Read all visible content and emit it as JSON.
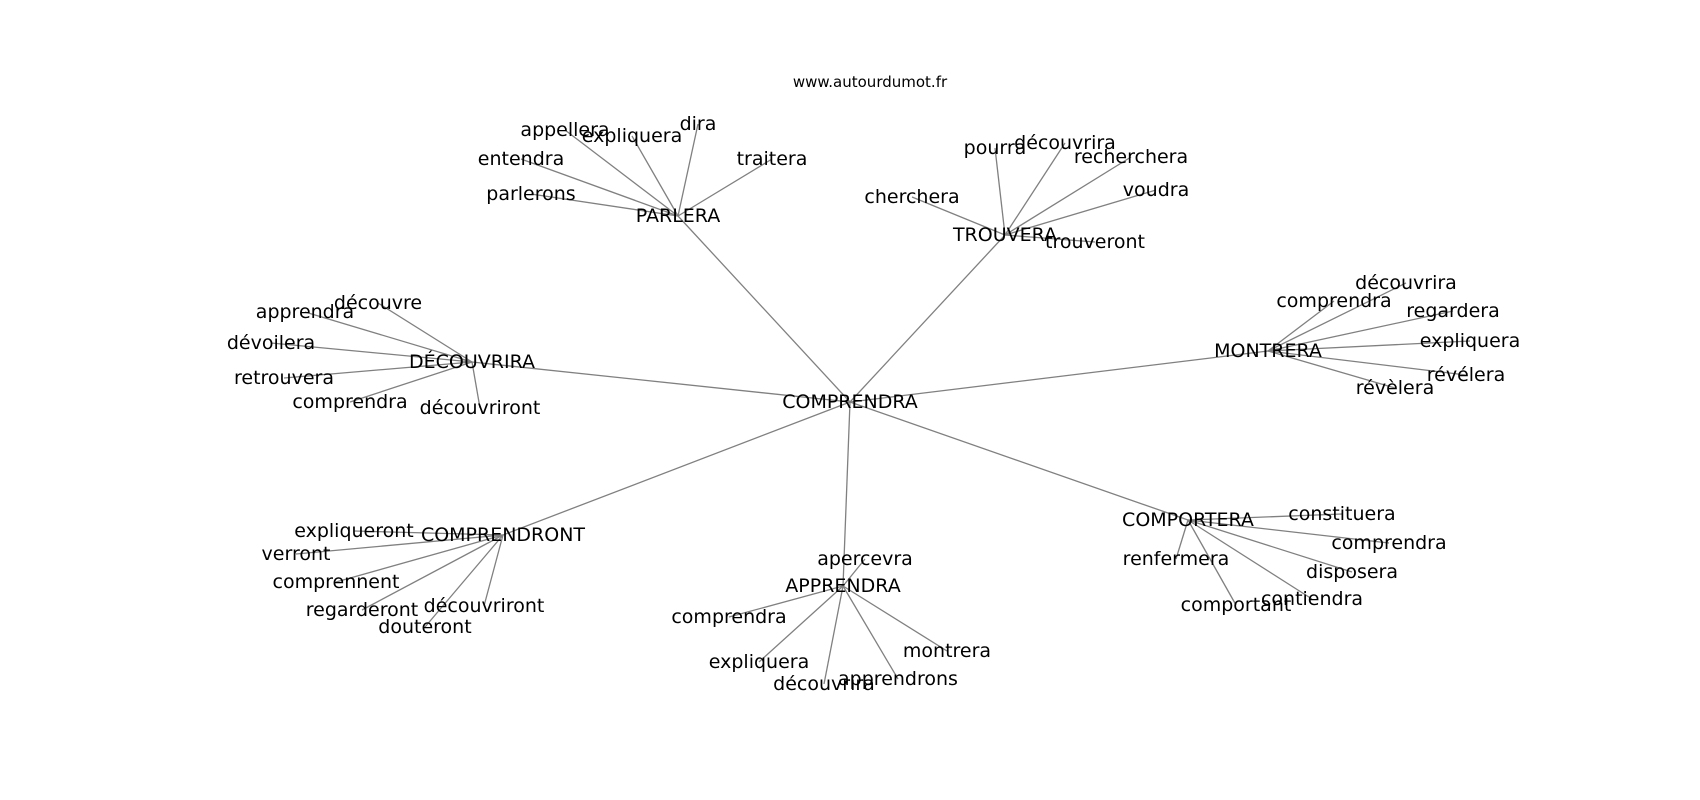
{
  "source": "www.autourdumot.fr",
  "root": "COMPRENDRA",
  "hubs": [
    {
      "label": "PARLERA",
      "children": [
        "appellera",
        "expliquera",
        "dira",
        "entendra",
        "traitera",
        "parlerons"
      ]
    },
    {
      "label": "TROUVERA",
      "children": [
        "pourra",
        "découvrira",
        "recherchera",
        "cherchera",
        "voudra",
        "trouveront"
      ]
    },
    {
      "label": "DÉCOUVRIRA",
      "children": [
        "apprendra",
        "découvre",
        "dévoilera",
        "retrouvera",
        "comprendra",
        "découvriront"
      ]
    },
    {
      "label": "MONTRERA",
      "children": [
        "découvrira",
        "comprendra",
        "regardera",
        "expliquera",
        "révélera",
        "révèlera"
      ]
    },
    {
      "label": "COMPRENDRONT",
      "children": [
        "expliqueront",
        "verront",
        "comprennent",
        "regarderont",
        "découvriront",
        "douteront"
      ]
    },
    {
      "label": "APPRENDRA",
      "children": [
        "apercevra",
        "comprendra",
        "montrera",
        "expliquera",
        "apprendrons",
        "découvrira"
      ]
    },
    {
      "label": "COMPORTERA",
      "children": [
        "constituera",
        "comprendra",
        "renfermera",
        "disposera",
        "contiendra",
        "comportant"
      ]
    }
  ]
}
